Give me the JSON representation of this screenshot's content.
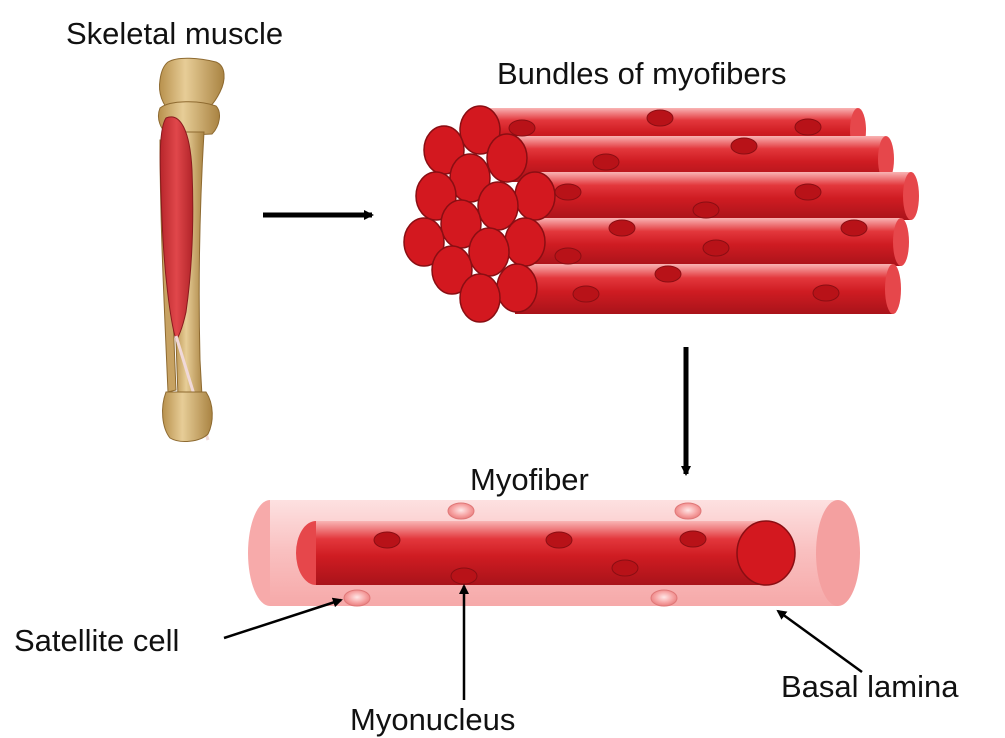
{
  "labels": {
    "skeletal_muscle": "Skeletal muscle",
    "bundles": "Bundles of myofibers",
    "myofiber": "Myofiber",
    "satellite_cell": "Satellite cell",
    "myonucleus": "Myonucleus",
    "basal_lamina": "Basal lamina"
  },
  "colors": {
    "fiber_red": "#d9262b",
    "fiber_dark": "#a8141a",
    "nucleus": "#b81218",
    "lamina_pink": "#f7b3b3",
    "satellite_pink": "#f48f8f",
    "bone": "#d8b77c",
    "arrow": "#000000"
  },
  "icons": {
    "leg": "leg-bones-with-muscle-illustration",
    "arrow": "arrow-icon"
  }
}
